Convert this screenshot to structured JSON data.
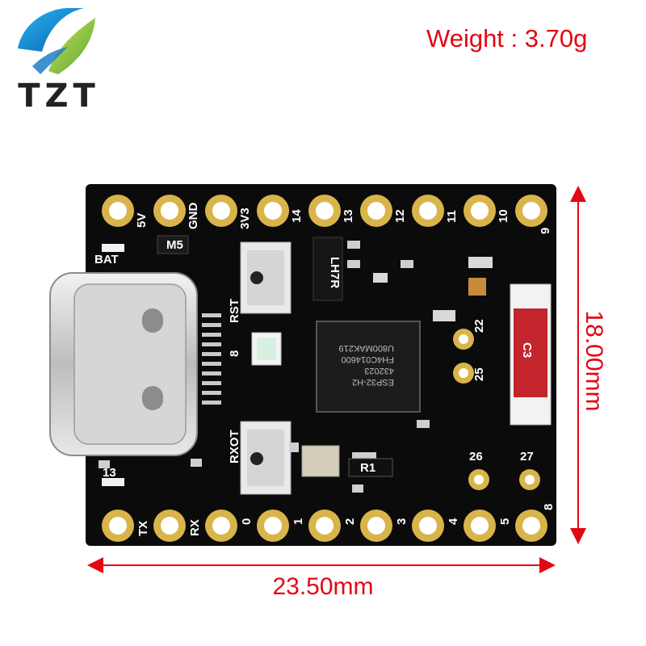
{
  "logo": {
    "text": "TZT",
    "icon": "tzt-logo-icon"
  },
  "weight": {
    "text": "Weight : 3.70g"
  },
  "dimensions": {
    "width_text": "23.50mm",
    "height_text": "18.00mm"
  },
  "board": {
    "pins_top": [
      "5V",
      "GND",
      "3V3",
      "14",
      "13",
      "12",
      "11",
      "10",
      "9"
    ],
    "pins_bottom": [
      "TX",
      "RX",
      "0",
      "1",
      "2",
      "3",
      "4",
      "5",
      "8"
    ],
    "side_labels": [
      "BAT",
      "RST",
      "8",
      "RXOT",
      "13"
    ],
    "inner_pins": [
      "22",
      "25",
      "26",
      "27"
    ],
    "chip_lines": [
      "ESP32-H2",
      "432023",
      "FH4C014600",
      "U800MAK219"
    ],
    "cap_label": "C3",
    "resistor_label": "R1",
    "component_text": [
      "M5",
      "LH7R"
    ]
  },
  "colors": {
    "accent_red": "#e30613",
    "pcb": "#0b0b0b",
    "gold": "#d9b44a",
    "logo_blue": "#1a8fd8",
    "logo_green": "#8dc63f"
  }
}
